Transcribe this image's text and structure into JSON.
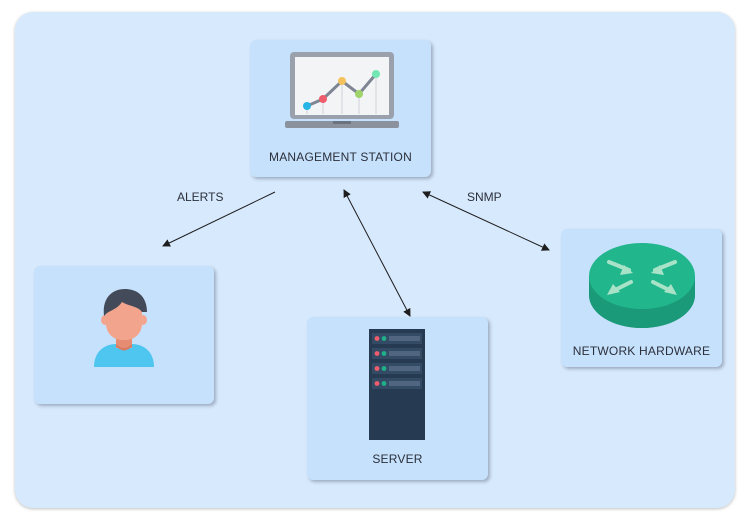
{
  "nodes": {
    "management": {
      "label": "MANAGEMENT STATION",
      "icon": "laptop-chart-icon"
    },
    "user": {
      "label": "",
      "icon": "user-avatar-icon"
    },
    "server": {
      "label": "SERVER",
      "icon": "server-rack-icon"
    },
    "network": {
      "label": "NETWORK HARDWARE",
      "icon": "router-icon"
    }
  },
  "edges": {
    "alerts": {
      "label": "ALERTS",
      "from": "management",
      "to": "user",
      "direction": "one-way"
    },
    "server_link": {
      "label": "",
      "from": "management",
      "to": "server",
      "direction": "two-way"
    },
    "snmp": {
      "label": "SNMP",
      "from": "management",
      "to": "network",
      "direction": "two-way"
    }
  },
  "colors": {
    "background": "#d7e9fd",
    "card": "#c6e1fc",
    "text": "#2b2f3a",
    "router": "#1fb089",
    "server_body": "#263a52"
  }
}
